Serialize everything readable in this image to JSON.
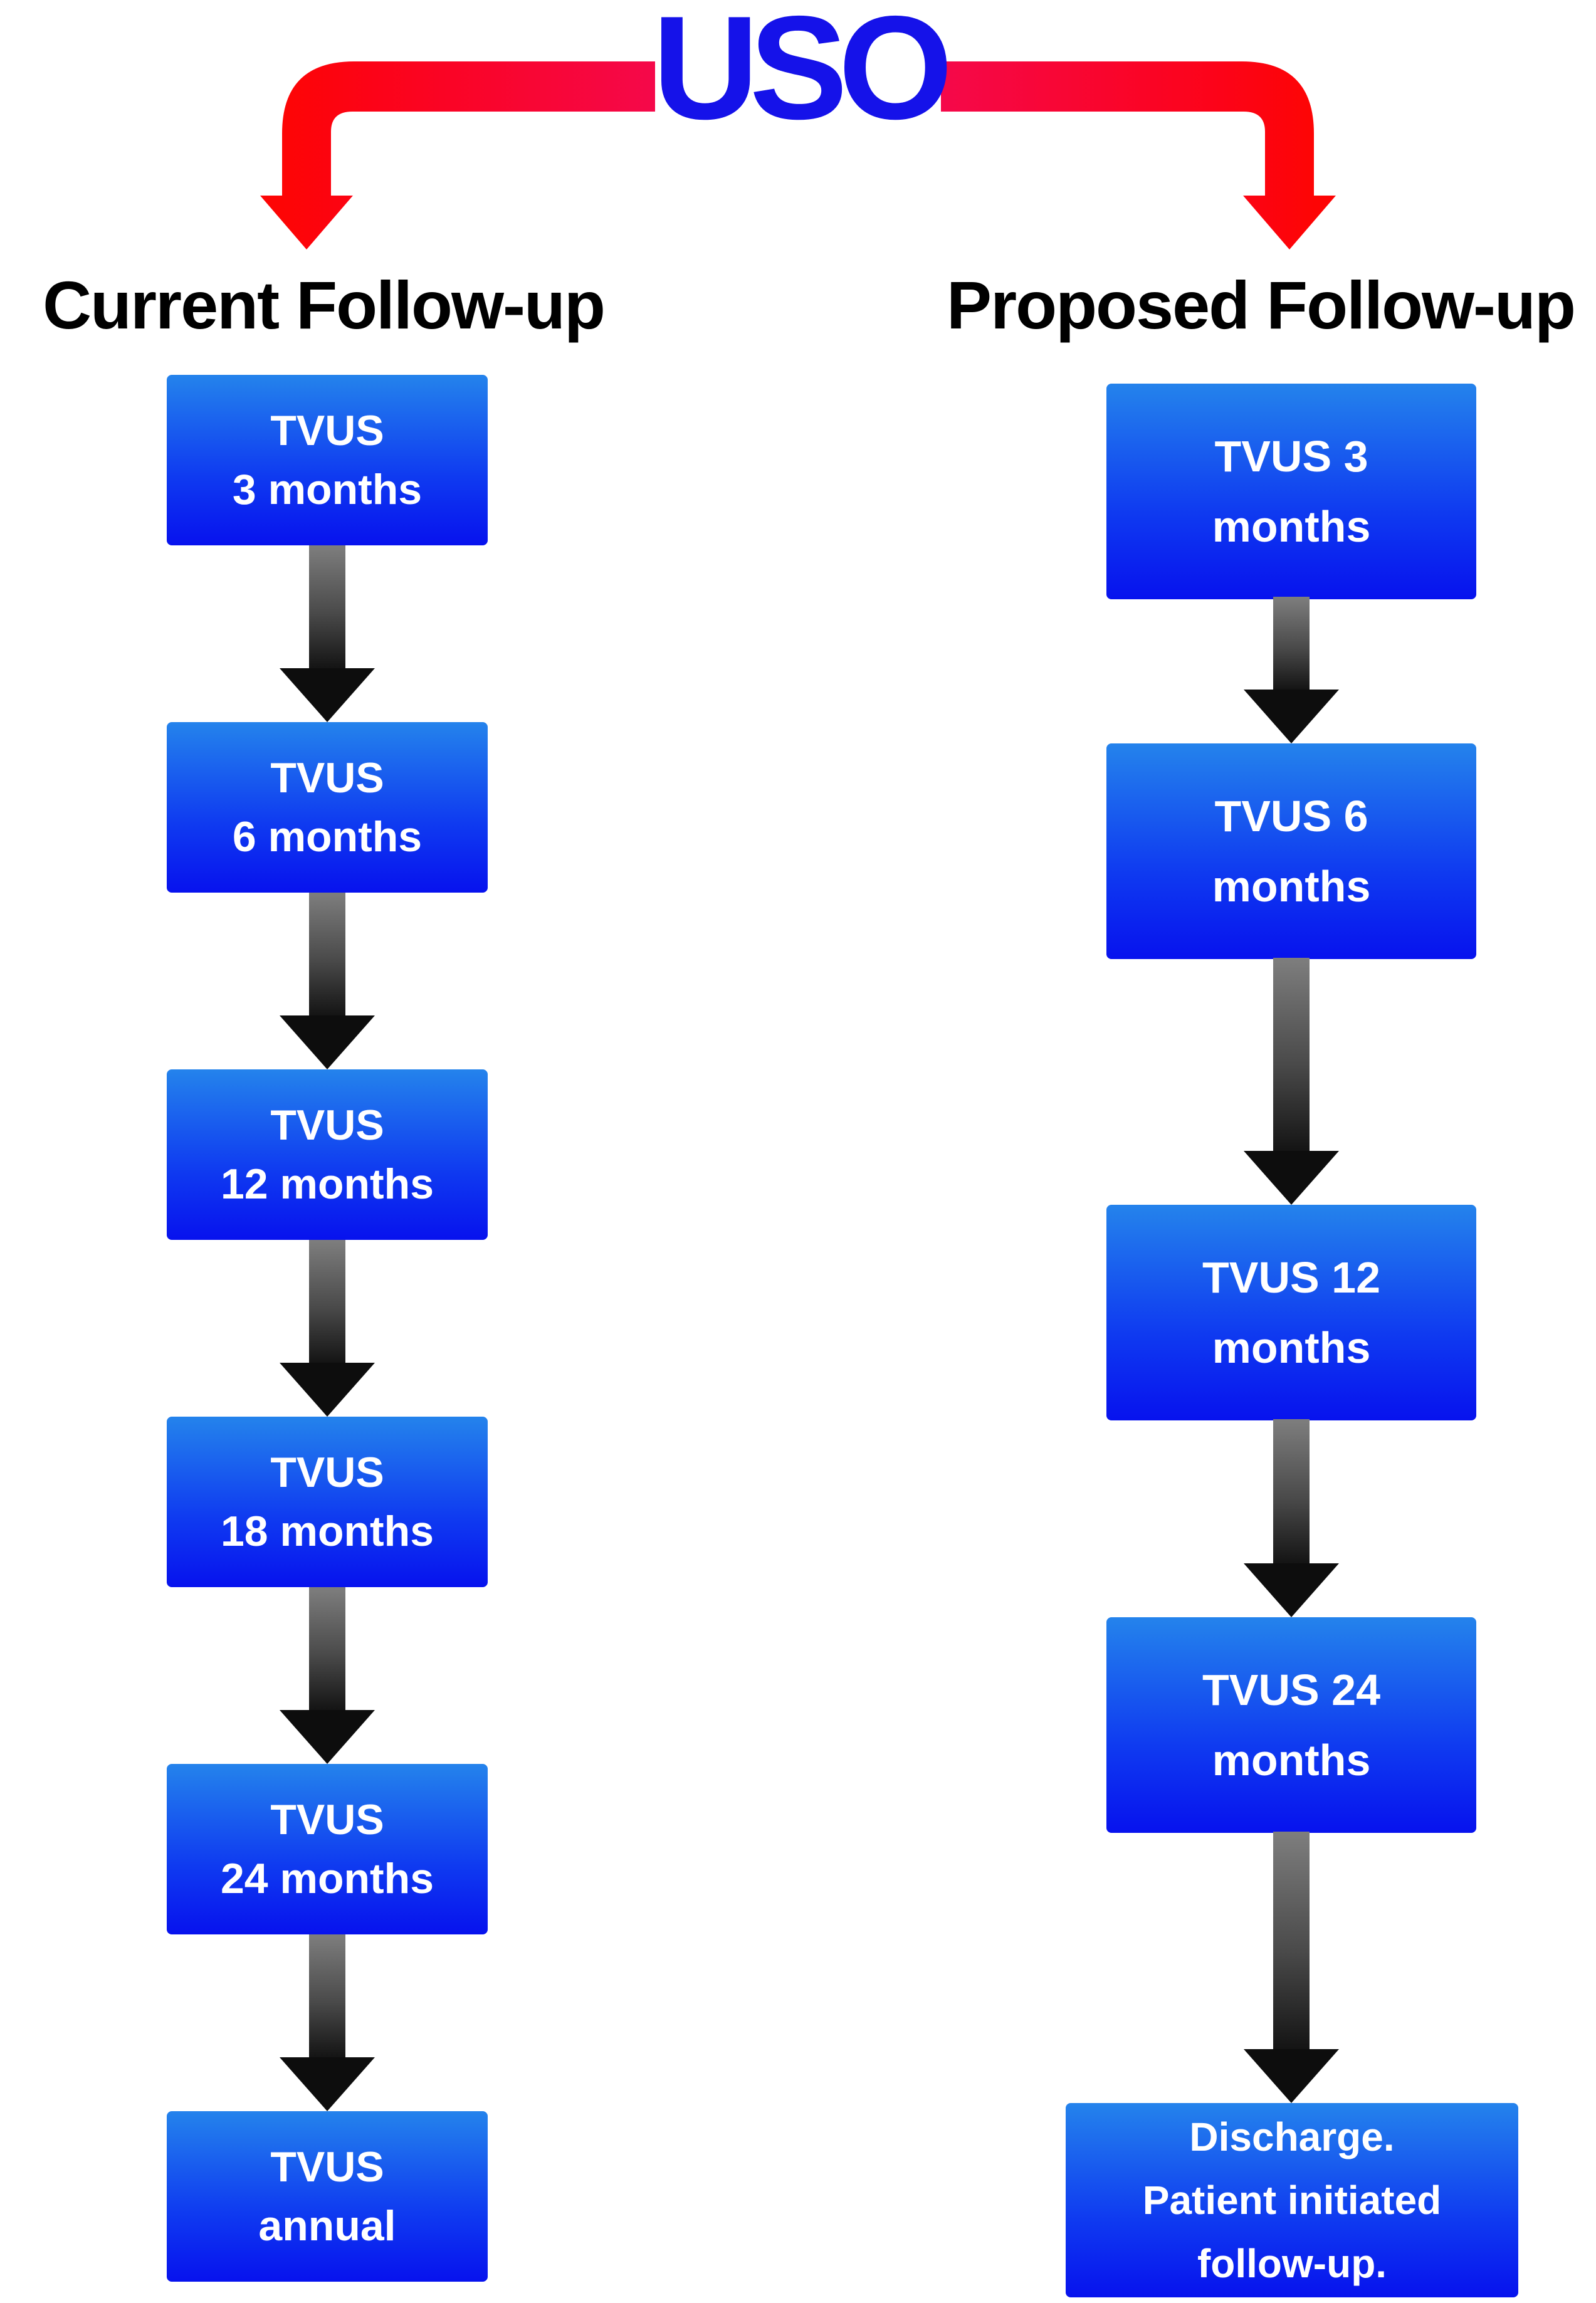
{
  "title": {
    "text": "USO",
    "color": "#1512e9"
  },
  "colors": {
    "background": "#ffffff",
    "title_blue": "#1512e9",
    "branch_arrow_crimson": "#f5084a",
    "branch_arrow_red": "#fd0505",
    "box_gradient_top": "#2483ec",
    "box_gradient_bottom": "#0712ee",
    "box_text": "#ffffff",
    "connector_shaft_gray": "#7e7e7e",
    "connector_head_black": "#0d0d0d",
    "header_text": "#000000"
  },
  "icons": {
    "branch_left": "curved-down-arrow",
    "branch_right": "curved-down-arrow",
    "connector": "down-arrow"
  },
  "columns": {
    "left": {
      "header": "Current Follow-up",
      "boxes": [
        {
          "lines": [
            "TVUS",
            "3 months"
          ]
        },
        {
          "lines": [
            "TVUS",
            "6 months"
          ]
        },
        {
          "lines": [
            "TVUS",
            "12 months"
          ]
        },
        {
          "lines": [
            "TVUS",
            "18 months"
          ]
        },
        {
          "lines": [
            "TVUS",
            "24 months"
          ]
        },
        {
          "lines": [
            "TVUS",
            "annual"
          ]
        }
      ]
    },
    "right": {
      "header": "Proposed Follow-up",
      "boxes": [
        {
          "lines": [
            "TVUS 3",
            "months"
          ]
        },
        {
          "lines": [
            "TVUS 6",
            "months"
          ]
        },
        {
          "lines": [
            "TVUS 12",
            "months"
          ]
        },
        {
          "lines": [
            "TVUS 24",
            "months"
          ]
        },
        {
          "lines": [
            "Discharge.",
            "Patient initiated",
            "follow-up."
          ]
        }
      ]
    }
  }
}
